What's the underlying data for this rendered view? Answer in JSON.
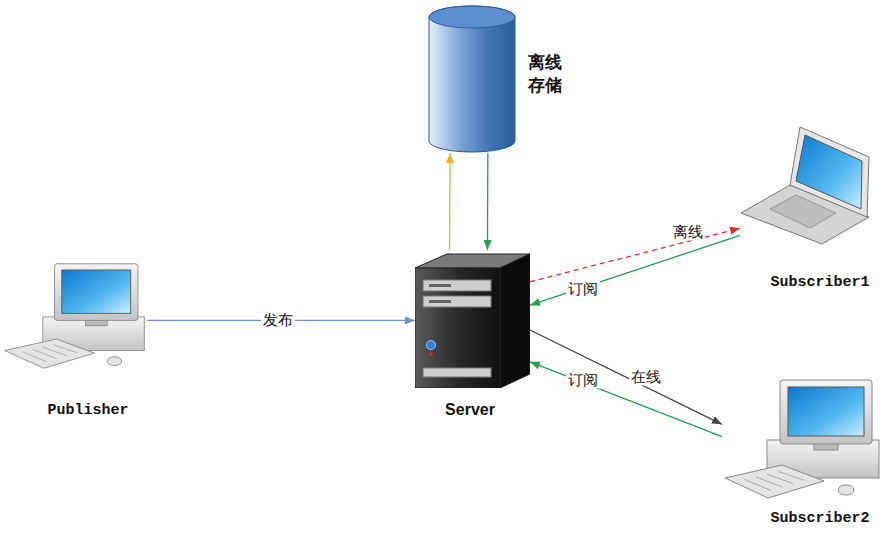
{
  "diagram": {
    "nodes": [
      {
        "text": [
          "离线 存储"
        ]
      },
      {
        "text": [
          "Subscriber1"
        ]
      },
      {
        "text": [
          "Publisher"
        ]
      },
      {
        "text": [
          "Server"
        ]
      },
      {
        "text": [
          "Subscriber2"
        ]
      }
    ],
    "edges": [
      {
        "from": 2,
        "to": 3,
        "label": "发布",
        "arrow": "to"
      },
      {
        "from": 3,
        "to": 0,
        "arrow": "to"
      },
      {
        "from": 0,
        "to": 3,
        "arrow": "to"
      },
      {
        "from": 3,
        "to": 1,
        "label": "离线",
        "arrow": "to"
      },
      {
        "from": 1,
        "to": 3,
        "label": "订阅",
        "arrow": "to"
      },
      {
        "from": 3,
        "to": 4,
        "label": "在线",
        "arrow": "to"
      },
      {
        "from": 4,
        "to": 3,
        "label": "订阅",
        "arrow": "to"
      }
    ]
  }
}
